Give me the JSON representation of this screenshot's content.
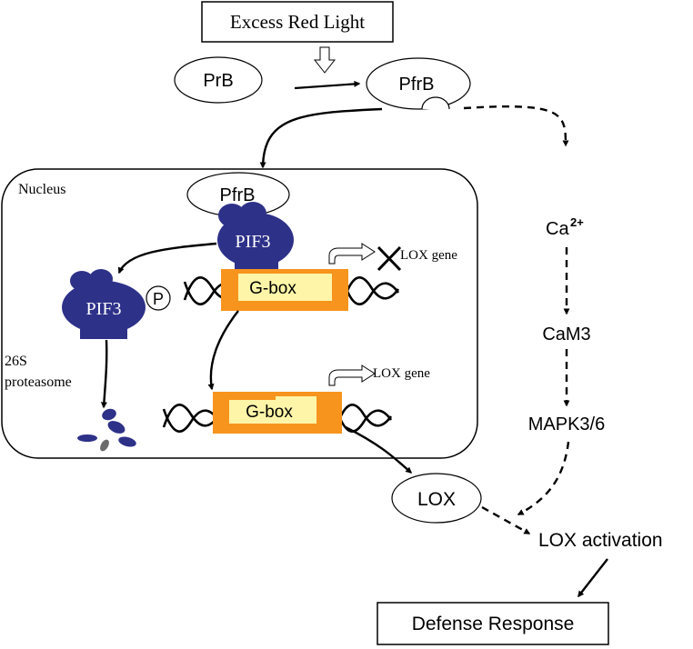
{
  "title_box": "Excess Red Light",
  "nodes": {
    "prb": "PrB",
    "pfrb_top": "PfrB",
    "nucleus_label": "Nucleus",
    "pfrb_nucleus": "PfrB",
    "pif3_bound": "PIF3",
    "pif3_free": "PIF3",
    "phospho": "P",
    "gbox_upper": "G-box",
    "gbox_lower": "G-box",
    "lox_gene_upper": "LOX gene",
    "lox_gene_lower": "LOX gene",
    "proteasome_line1": "26S",
    "proteasome_line2": "proteasome",
    "ca": "Ca",
    "ca_sup": "2+",
    "cam3": "CaM3",
    "mapk": "MAPK3/6",
    "lox": "LOX",
    "lox_activation": "LOX activation",
    "defense": "Defense Response"
  },
  "colors": {
    "protein": "#2e3188",
    "gbox_outer": "#f7941d",
    "gbox_inner": "#fff5a8",
    "stroke": "#000000",
    "fragment_gray": "#6b6b6b"
  }
}
